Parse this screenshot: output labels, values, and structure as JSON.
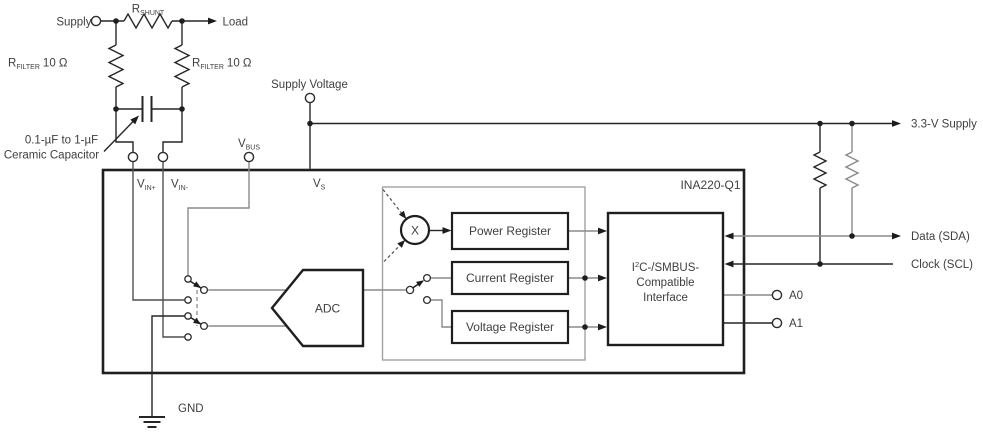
{
  "colors": {
    "wire_black": "#262626",
    "wire_gray": "#8a8a8a",
    "feedback_gray": "#a3a3a3",
    "text": "#3f3f3f",
    "background": "#ffffff"
  },
  "shunt_circuit": {
    "supply": "Supply",
    "load": "Load",
    "r_shunt": {
      "base": "R",
      "sub": "SHUNT"
    },
    "r_filter_left": {
      "base": "R",
      "sub": "FILTER",
      "value": "10 Ω"
    },
    "r_filter_right": {
      "base": "R",
      "sub": "FILTER",
      "value": "10 Ω"
    },
    "capacitor_note": {
      "line1": "0.1-µF to 1-µF",
      "line2": "Ceramic Capacitor"
    }
  },
  "supply_rail": {
    "supply_voltage": "Supply Voltage",
    "rail_33v": "3.3-V Supply"
  },
  "chip": {
    "name": "INA220-Q1",
    "pins": {
      "vin_plus": {
        "base": "V",
        "sub": "IN+"
      },
      "vin_minus": {
        "base": "V",
        "sub": "IN-"
      },
      "vbus": {
        "base": "V",
        "sub": "BUS"
      },
      "vs": {
        "base": "V",
        "sub": "S"
      },
      "gnd": "GND",
      "a0": "A0",
      "a1": "A1"
    },
    "blocks": {
      "adc": "ADC",
      "multiplier": "X",
      "power_register": "Power Register",
      "current_register": "Current Register",
      "voltage_register": "Voltage Register",
      "interface": {
        "line1_pre": "I",
        "line1_sup": "2",
        "line1_post": "C-/SMBUS-",
        "line2": "Compatible",
        "line3": "Interface"
      }
    }
  },
  "bus": {
    "data": "Data (SDA)",
    "clock": "Clock (SCL)"
  }
}
